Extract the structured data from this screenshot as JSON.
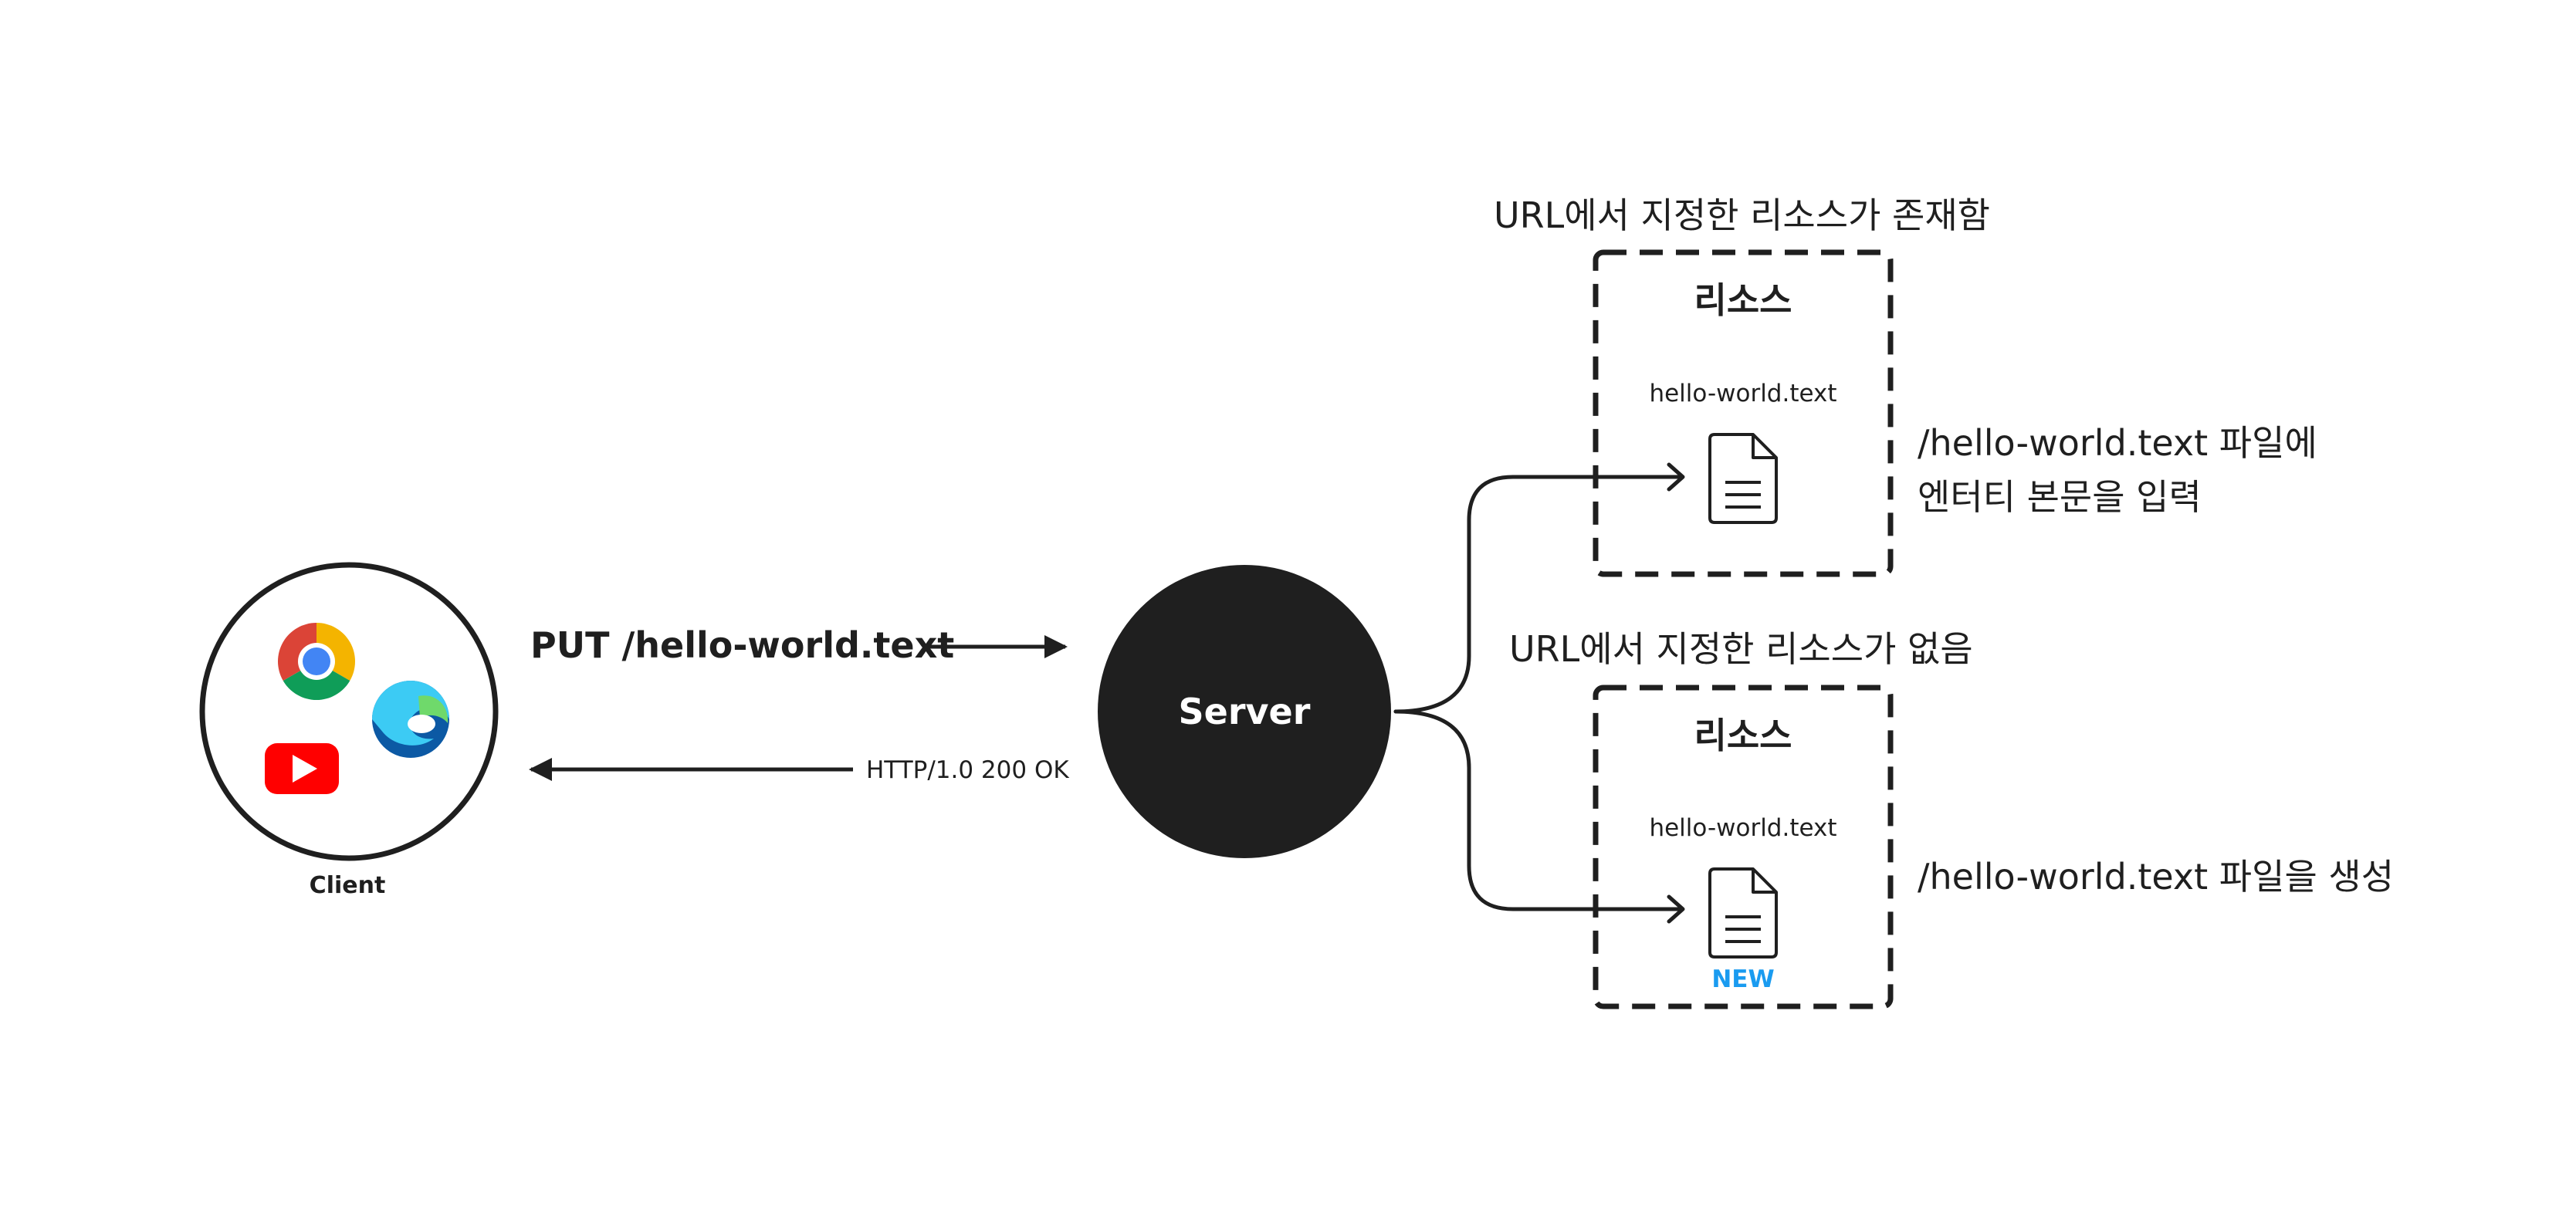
{
  "client": {
    "label": "Client",
    "icons": [
      "chrome-icon",
      "edge-icon",
      "youtube-icon"
    ]
  },
  "request": {
    "label": "PUT /hello-world.text"
  },
  "response": {
    "label": "HTTP/1.0 200 OK"
  },
  "server": {
    "label": "Server"
  },
  "exists_case": {
    "caption": "URL에서 지정한 리소스가 존재함",
    "box_title": "리소스",
    "file_name": "hello-world.text",
    "description_line1": "/hello-world.text 파일에",
    "description_line2": "엔터티 본문을 입력"
  },
  "missing_case": {
    "caption": "URL에서 지정한 리소스가 없음",
    "box_title": "리소스",
    "file_name": "hello-world.text",
    "new_badge": "NEW",
    "description": "/hello-world.text 파일을 생성"
  },
  "colors": {
    "ink": "#1f1f1f",
    "new_badge": "#1a9bf0",
    "youtube_red": "#ff0000",
    "chrome_red": "#db4437",
    "chrome_yellow": "#f4b400",
    "chrome_green": "#0f9d58",
    "chrome_blue": "#4285f4",
    "edge_blue": "#0c59a4",
    "edge_green": "#3ccbf4"
  }
}
